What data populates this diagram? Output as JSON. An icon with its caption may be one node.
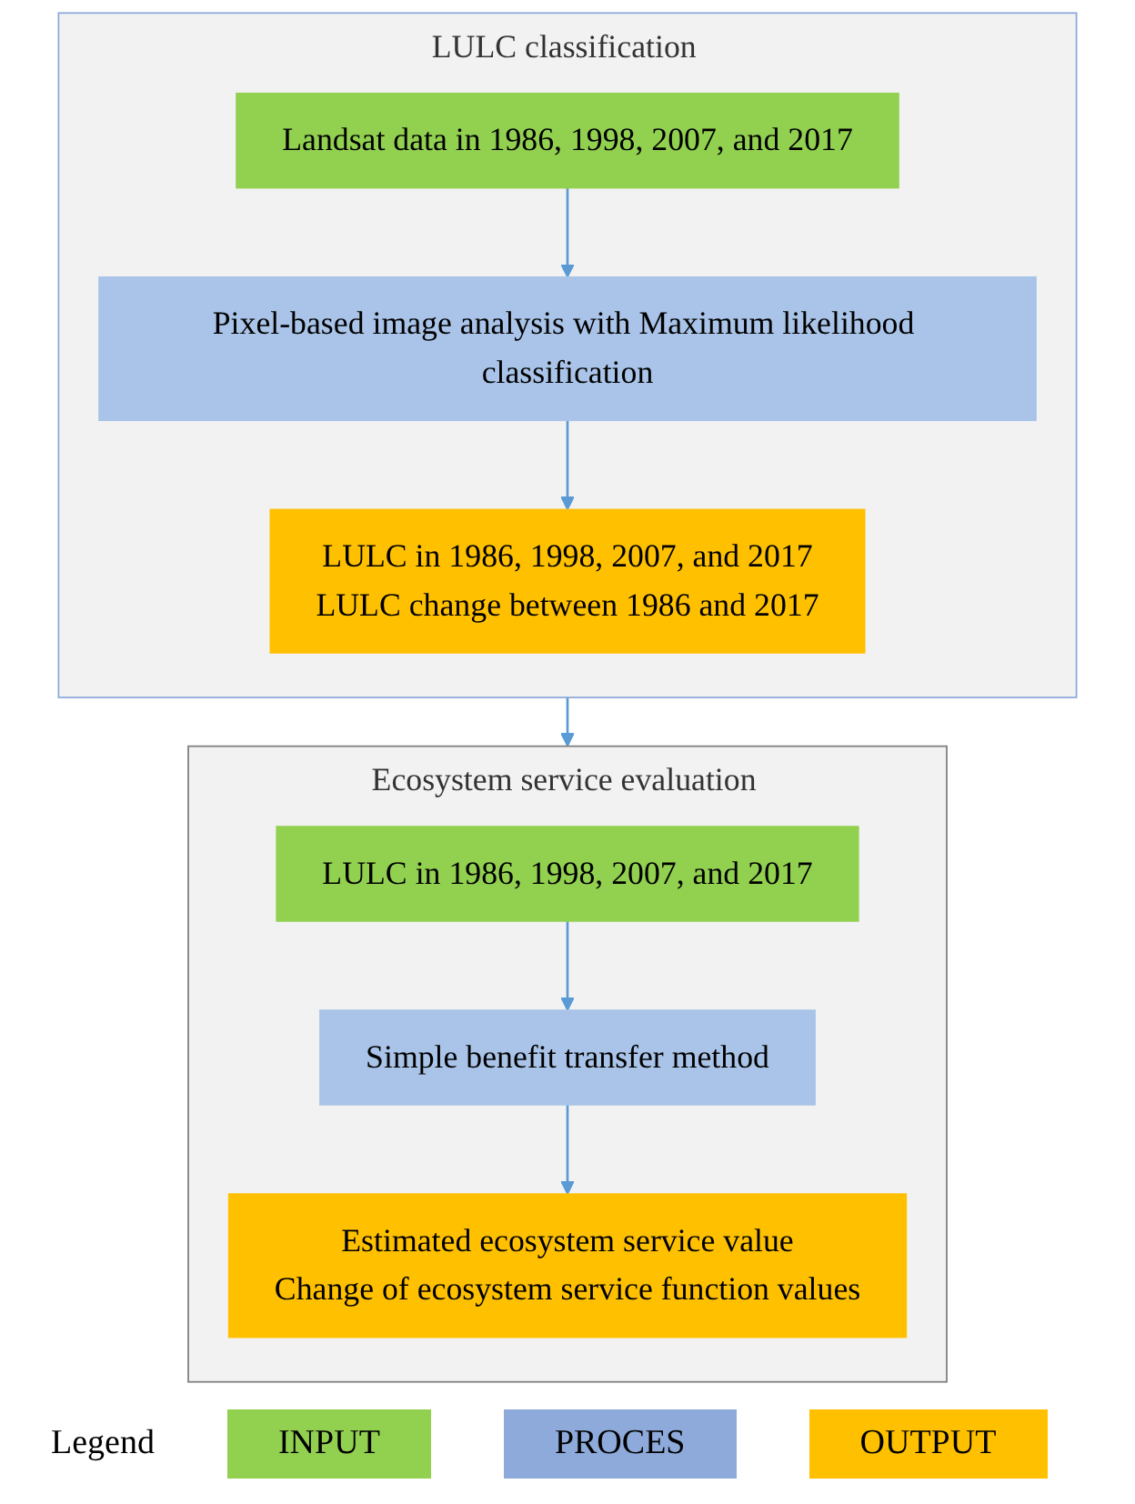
{
  "diagram": {
    "nodes": [
      {
        "text": [
          "LULC classification"
        ]
      },
      {
        "text": [
          "Landsat data in 1986, 1998, 2007, and 2017"
        ],
        "in": 0
      },
      {
        "text": [
          "Pixel-based image analysis with Maximum likelihood classification"
        ],
        "in": 0
      },
      {
        "text": [
          "LULC in 1986, 1998, 2007, and 2017",
          "LULC change between 1986 and 2017"
        ],
        "in": 0
      },
      {
        "text": [
          "Ecosystem service evaluation"
        ]
      },
      {
        "text": [
          "LULC in 1986, 1998, 2007, and 2017"
        ],
        "in": 4
      },
      {
        "text": [
          "Simple benefit transfer method"
        ],
        "in": 4
      },
      {
        "text": [
          "Estimated ecosystem service value",
          "Change of ecosystem service function values"
        ],
        "in": 4
      }
    ],
    "edges": [
      {
        "from": 1,
        "to": 2,
        "arrow": "to"
      },
      {
        "from": 2,
        "to": 3,
        "arrow": "to"
      },
      {
        "from": 0,
        "to": 4,
        "arrow": "to"
      },
      {
        "from": 5,
        "to": 6,
        "arrow": "to"
      },
      {
        "from": 6,
        "to": 7,
        "arrow": "to"
      }
    ],
    "labels": [
      "Legend"
    ],
    "legend": [
      {
        "text": "INPUT",
        "color": "#92d050"
      },
      {
        "text": "PROCES",
        "color": "#8eaadb"
      },
      {
        "text": "OUTPUT",
        "color": "#ffc000"
      }
    ]
  }
}
